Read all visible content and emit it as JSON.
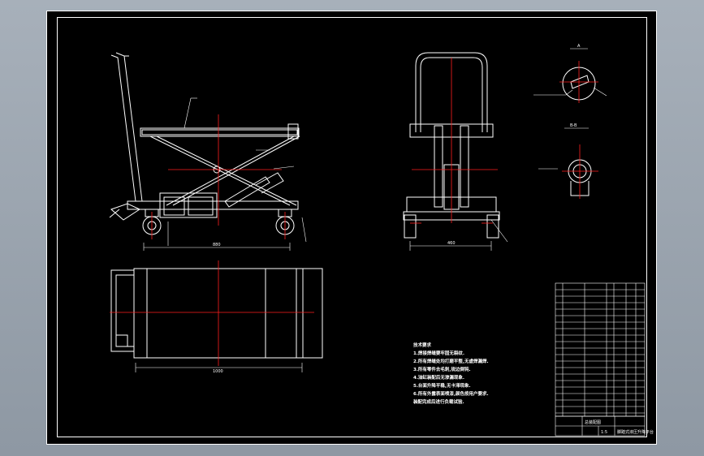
{
  "drawing": {
    "notes_title": "技术要求",
    "notes": [
      "1.焊接焊缝要牢固无裂纹.",
      "2.所有焊缝处均打磨平整,无虚焊漏焊.",
      "3.所有零件去毛刺,锐边倒钝.",
      "4.油缸装配后无渗漏现象.",
      "5.台面升降平稳,无卡滞现象.",
      "6.所有外露表面喷漆,颜色按用户要求.",
      "  装配完成后进行负载试验."
    ],
    "title_block": {
      "drawing_name": "脚踏式液压升降平台",
      "company": "总装配图",
      "sheet": "1:5"
    },
    "dims": {
      "side_length": "880",
      "plan_length": "1000",
      "front_width": "460"
    },
    "section_labels": {
      "detail_a": "A",
      "section_b": "B-B"
    }
  }
}
